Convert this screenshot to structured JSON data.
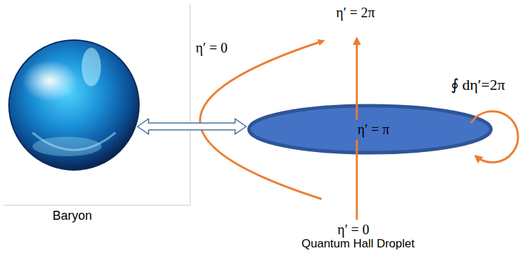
{
  "diagram": {
    "nodes": [
      {
        "text": [
          "Baryon"
        ]
      },
      {
        "text": [
          "η′ = π"
        ]
      }
    ],
    "edges": [
      {
        "from": 0,
        "to": 1,
        "arrow": "both"
      }
    ],
    "labels": [
      "η′ = 2π",
      "η′ = 0",
      "∮ dη′=2π",
      "η′ = 0",
      "Quantum Hall Droplet"
    ]
  }
}
